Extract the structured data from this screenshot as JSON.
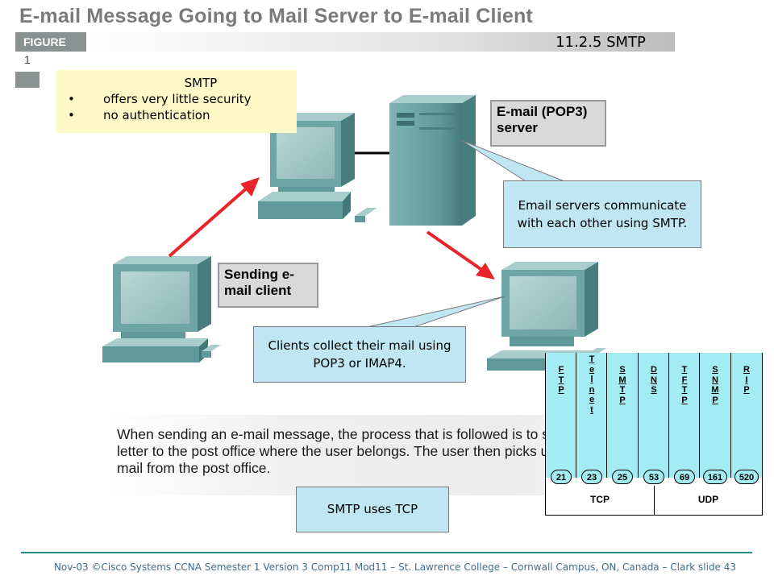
{
  "slide": {
    "title": "E-mail Message Going to Mail Server to E-mail Client",
    "figure_label": "FIGURE",
    "figure_number": "1",
    "section": "11.2.5   SMTP"
  },
  "smtp_note": {
    "heading": "SMTP",
    "bullets": [
      "offers very little security",
      "no authentication"
    ]
  },
  "labels": {
    "server": "E-mail (POP3) server",
    "sending_client": "Sending e-mail client"
  },
  "callouts": {
    "servers": "Email servers communicate with each other using SMTP.",
    "clients": "Clients collect their mail using POP3 or IMAP4.",
    "tcp": "SMTP uses TCP"
  },
  "paragraph": "When sending an e-mail message, the process that is followed is to send the letter to the post office where the user belongs. The user then picks up the e-mail from the post office.",
  "protocol_table": {
    "protocols": [
      "FTP",
      "Telnet",
      "SMTP",
      "DNS",
      "TFTP",
      "SNMP",
      "RIP"
    ],
    "ports": [
      "21",
      "23",
      "25",
      "53",
      "69",
      "161",
      "520"
    ],
    "transports": [
      "TCP",
      "UDP"
    ]
  },
  "footer": "Nov-03 ©Cisco Systems CCNA Semester 1 Version 3 Comp11 Mod11 – St. Lawrence College – Cornwall Campus, ON, Canada – Clark slide 43",
  "colors": {
    "callout_fill": "#bfe6f2",
    "note_fill": "#fff9c8",
    "arrow": "#e8242b",
    "table_fill": "#a4ecf3",
    "computer": "#5f9a9a"
  }
}
